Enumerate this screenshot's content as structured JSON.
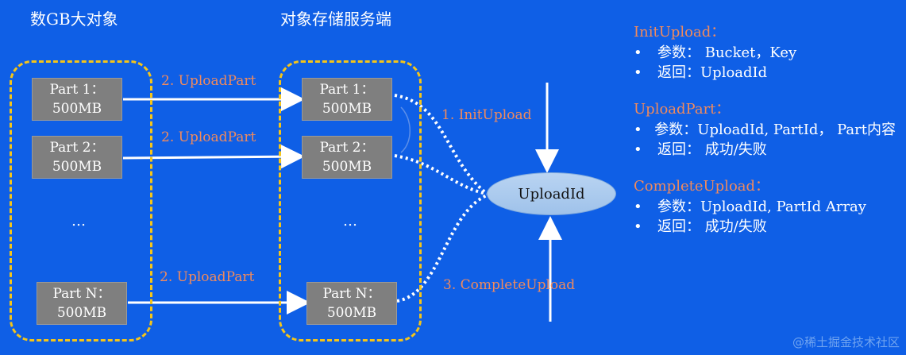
{
  "left_title": "数GB大对象",
  "right_title": "对象存储服务端",
  "left_parts": [
    {
      "line1": "Part 1：",
      "line2": "500MB"
    },
    {
      "line1": "Part 2：",
      "line2": "500MB"
    },
    {
      "line1": "Part N：",
      "line2": "500MB"
    }
  ],
  "right_parts": [
    {
      "line1": "Part 1：",
      "line2": "500MB"
    },
    {
      "line1": "Part 2：",
      "line2": "500MB"
    },
    {
      "line1": "Part N：",
      "line2": "500MB"
    }
  ],
  "ellipsis": "…",
  "upload_part_labels": [
    "2. UploadPart",
    "2. UploadPart",
    "2. UploadPart"
  ],
  "init_upload_label": "1. InitUpload",
  "complete_upload_label": "3. CompleteUpload",
  "upload_id_label": "UploadId",
  "api": [
    {
      "name": "InitUpload：",
      "lines": [
        {
          "bullet": "•",
          "text": "参数： Bucket，Key"
        },
        {
          "bullet": "•",
          "text": "返回：UploadId"
        }
      ]
    },
    {
      "name": "UploadPart：",
      "lines": [
        {
          "bullet": "•",
          "text": "参数：UploadId, PartId， Part内容"
        },
        {
          "bullet": "•",
          "text": "返回： 成功/失败"
        }
      ]
    },
    {
      "name": "CompleteUpload：",
      "lines": [
        {
          "bullet": "•",
          "text": "参数：UploadId, PartId Array"
        },
        {
          "bullet": "•",
          "text": "返回： 成功/失败"
        }
      ]
    }
  ],
  "watermark": "@稀土掘金技术社区",
  "colors": {
    "background": "#0f5fe6",
    "dashed_border": "#f5c518",
    "part_fill": "#7f7f7f",
    "accent_text": "#f08a5d"
  }
}
